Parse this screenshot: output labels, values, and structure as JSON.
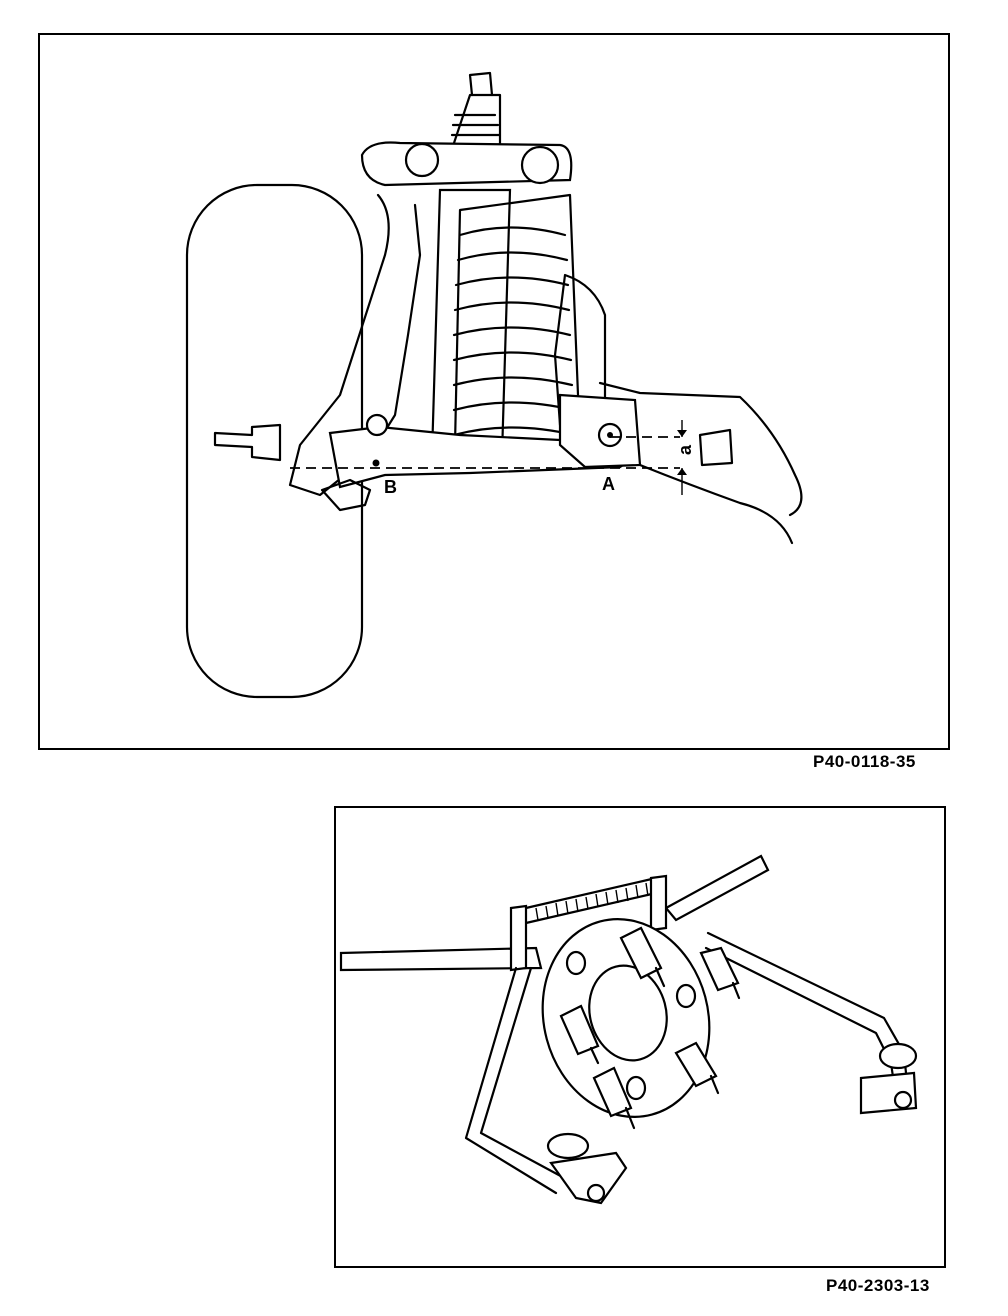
{
  "figures": [
    {
      "caption": "P40-0118-35",
      "labels": {
        "point_a": "A",
        "point_b": "B",
        "dimension": "a"
      }
    },
    {
      "caption": "P40-2303-13"
    }
  ]
}
